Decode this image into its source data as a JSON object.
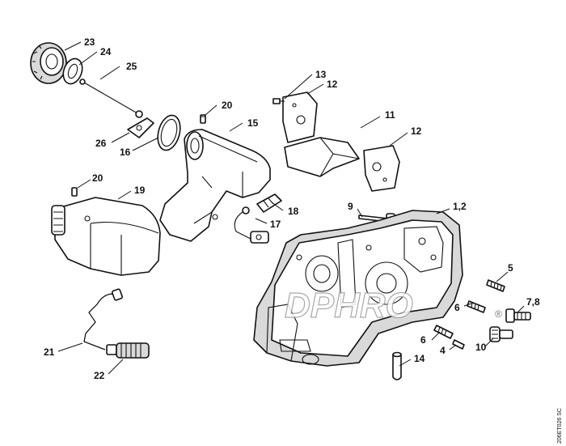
{
  "callouts": {
    "c23": "23",
    "c24": "24",
    "c25": "25",
    "c26": "26",
    "c16": "16",
    "c20a": "20",
    "c15": "15",
    "c20b": "20",
    "c19": "19",
    "c13": "13",
    "c12a": "12",
    "c11": "11",
    "c12b": "12",
    "c9": "9",
    "c12": "1,2",
    "c18": "18",
    "c17": "17",
    "c5": "5",
    "c6a": "6",
    "c78": "7,8",
    "c6b": "6",
    "c4": "4",
    "c10": "10",
    "c14": "14",
    "c21": "21",
    "c22": "22"
  },
  "reference_code": "206ET026 SC",
  "watermark": {
    "text": "DPHRO",
    "registered": "®"
  }
}
